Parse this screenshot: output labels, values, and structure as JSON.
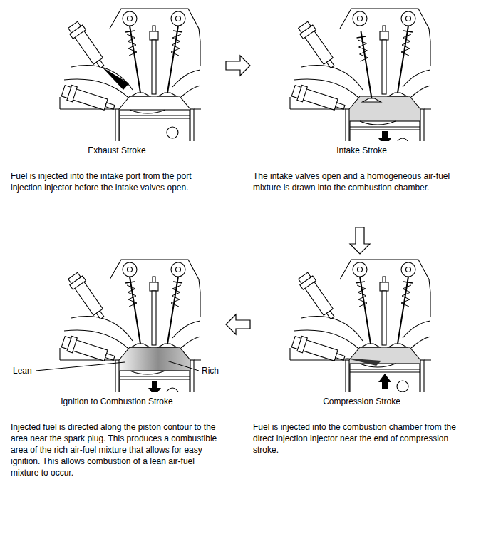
{
  "diagram": {
    "nodes": [
      {
        "text": [
          "Exhaust Stroke",
          "Fuel is injected into the intake port from the port injection injector before the intake valves open."
        ]
      },
      {
        "text": [
          "Intake Stroke",
          "The intake valves open and a homogeneous air-fuel mixture is drawn into the combustion chamber."
        ]
      },
      {
        "text": [
          "Ignition to Combustion Stroke",
          "Injected fuel is directed along the piston contour to the area near the spark plug. This produces a combustible area of the rich air-fuel mixture that allows for easy ignition. This allows combustion of a lean air-fuel mixture to occur."
        ]
      },
      {
        "text": [
          "Compression Stroke",
          "Fuel is injected into the combustion chamber from the direct injection injector near the end of compression stroke."
        ]
      }
    ],
    "edges": [
      {
        "from": 0,
        "to": 1,
        "arrow": "to"
      },
      {
        "from": 1,
        "to": 3,
        "arrow": "to"
      },
      {
        "from": 3,
        "to": 2,
        "arrow": "to"
      }
    ],
    "labels": [
      "Lean",
      "Rich"
    ]
  }
}
